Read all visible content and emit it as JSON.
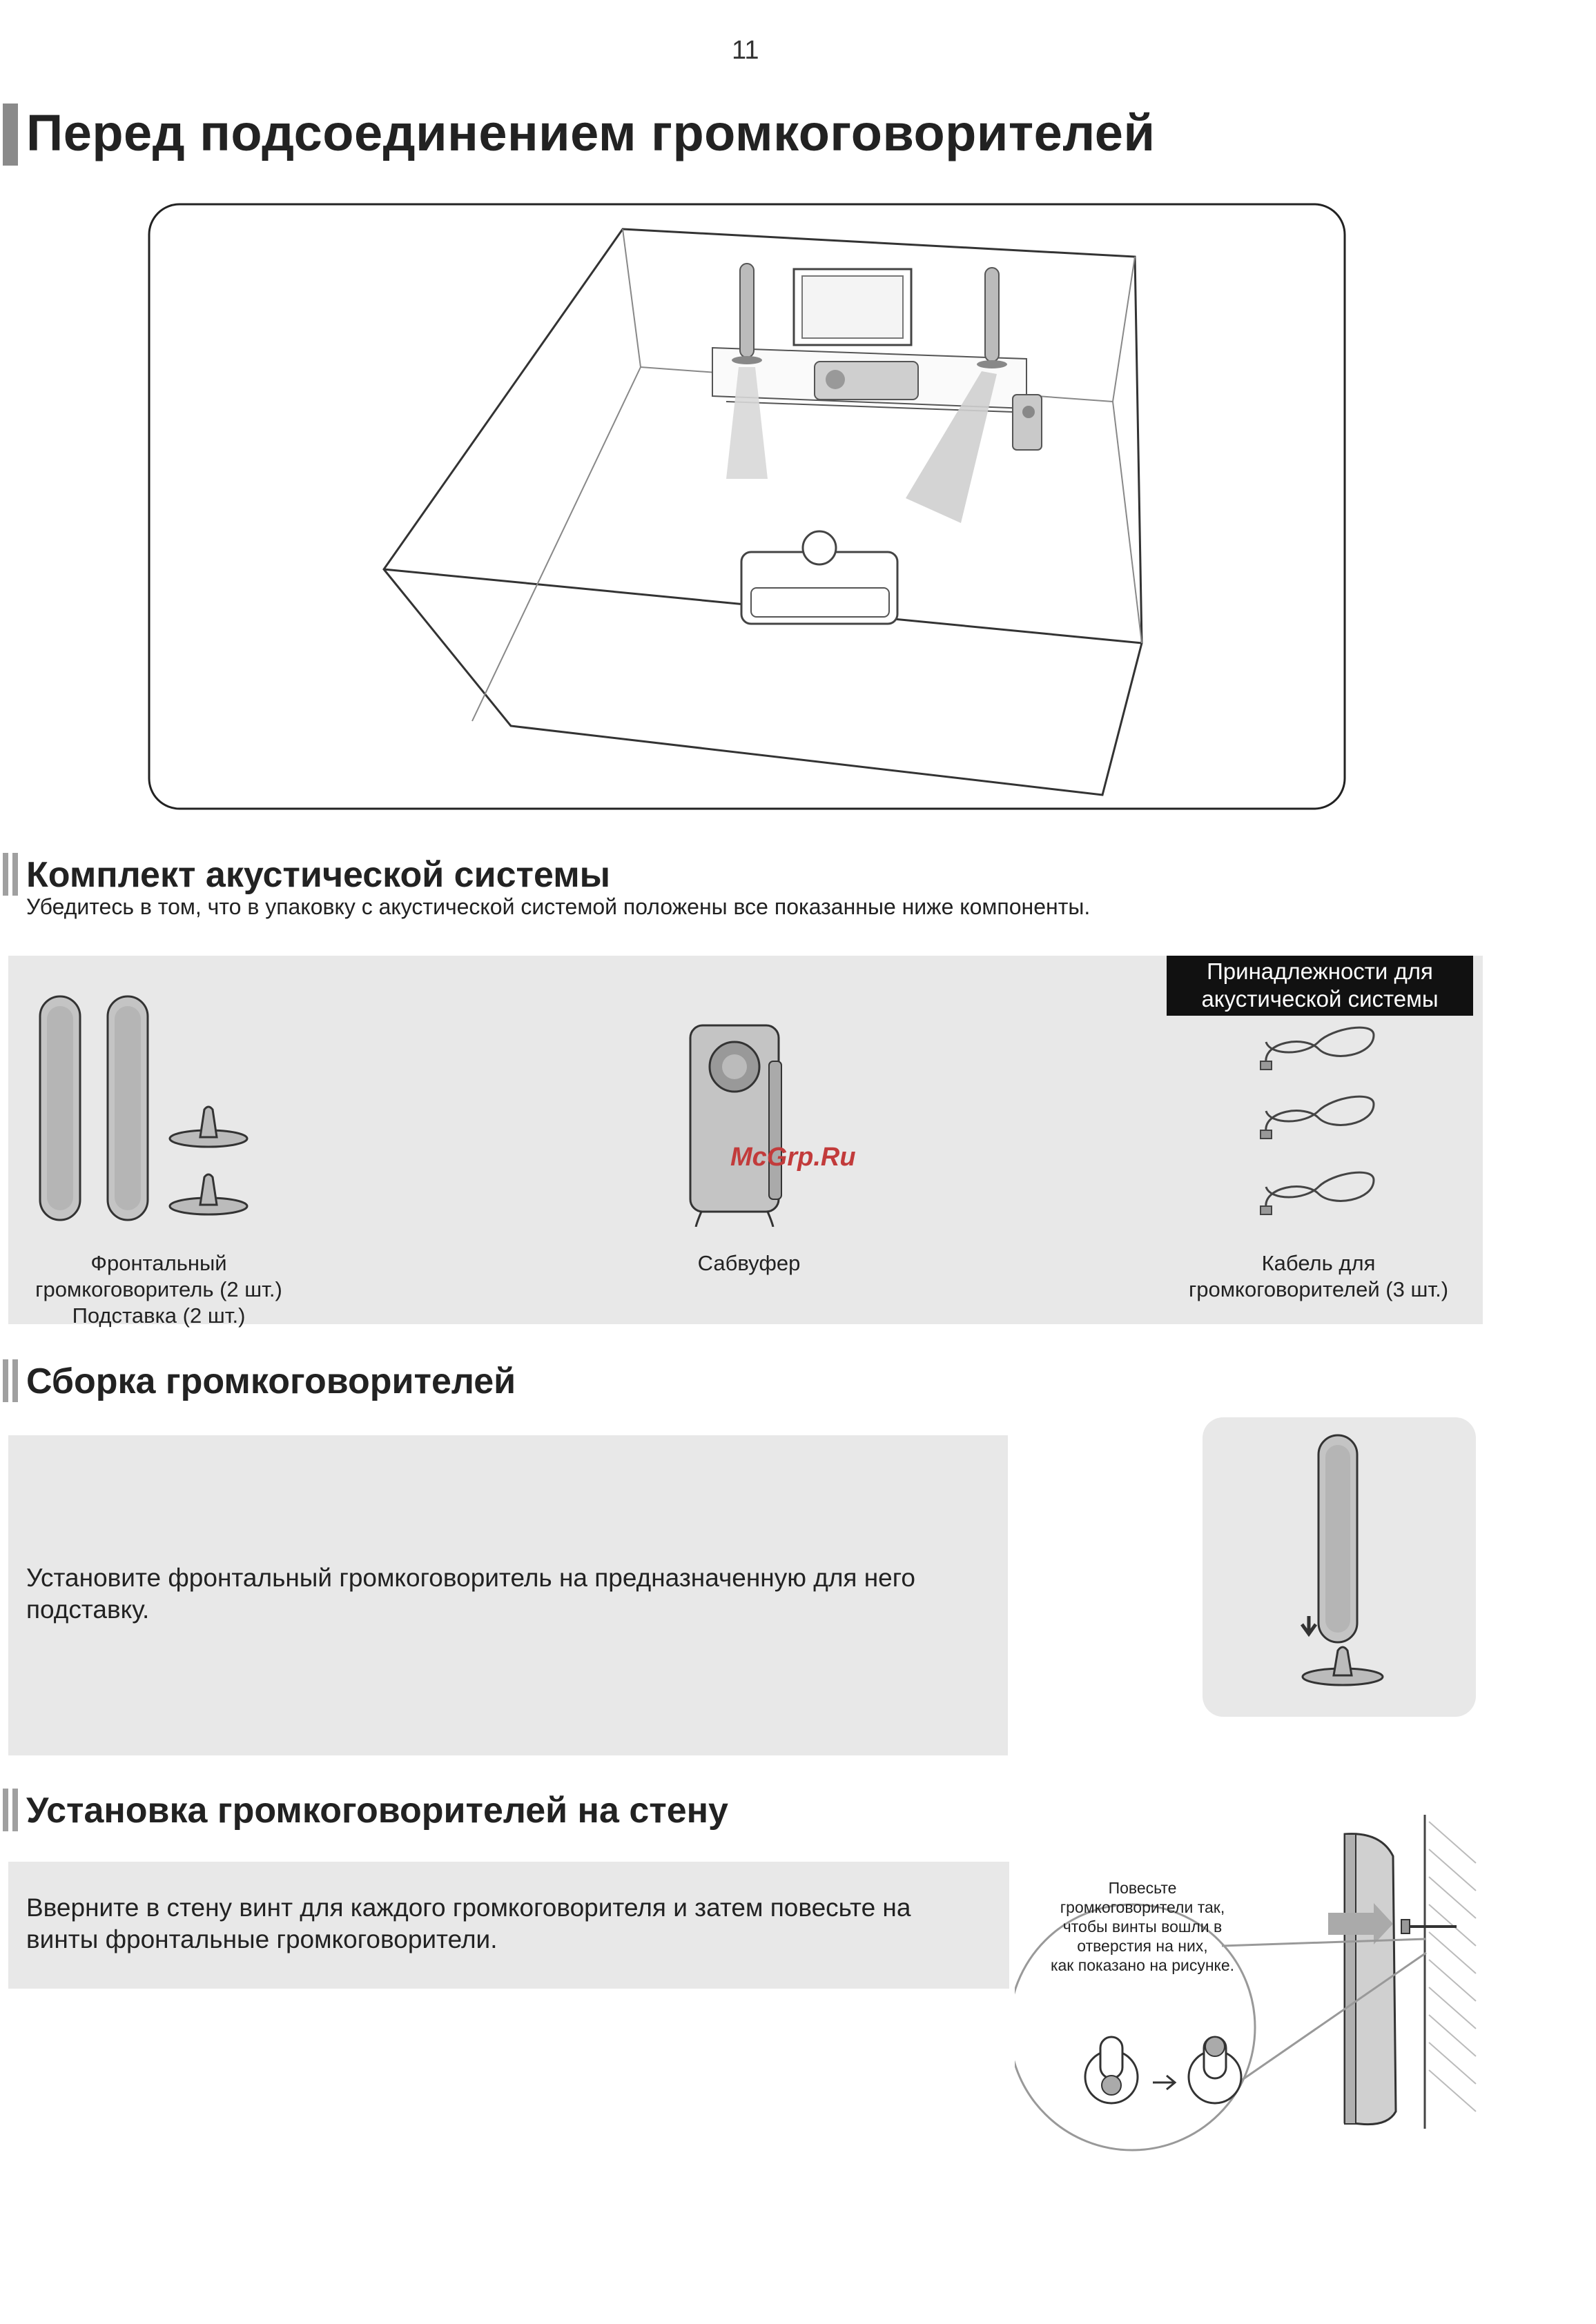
{
  "page_number": "11",
  "title": "Перед подсоединением громкоговорителей",
  "section_kit": {
    "heading": "Комплект акустической системы",
    "subtitle": "Убедитесь в том, что в упаковку с акустической системой положены все показанные ниже компоненты.",
    "accessories_label": "Принадлежности для акустической системы",
    "front_caption_line1": "Фронтальный",
    "front_caption_line2": "громкоговоритель (2 шт.)",
    "front_caption_line3": "Подставка (2 шт.)",
    "sub_caption": "Сабвуфер",
    "cable_caption_line1": "Кабель для",
    "cable_caption_line2": "громкоговорителей (3 шт.)"
  },
  "watermark": "McGrp.Ru",
  "section_assembly": {
    "heading": "Сборка громкоговорителей",
    "text_line1": "Установите фронтальный громкоговоритель на предназначенную для него",
    "text_line2": "подставку."
  },
  "section_wall": {
    "heading": "Установка громкоговорителей на стену",
    "text_line1": "Вверните в стену винт для каждого громкоговорителя и затем повесьте на",
    "text_line2": "винты фронтальные громкоговорители.",
    "note_line1": "Повесьте",
    "note_line2": "громкоговорители так,",
    "note_line3": "чтобы винты вошли в",
    "note_line4": "отверстия на них,",
    "note_line5": "как показано на рисунке."
  }
}
